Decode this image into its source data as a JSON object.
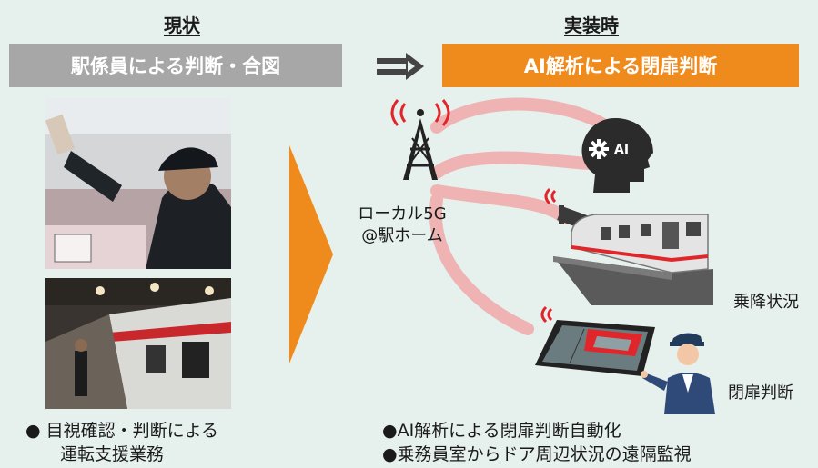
{
  "left": {
    "heading": "現状",
    "banner": "駅係員による判断・合図",
    "bullet_line1": "●  目視確認・判断による",
    "bullet_line2": "運転支援業務"
  },
  "right": {
    "heading": "実装時",
    "banner": "AI解析による閉扉判断",
    "arrow_icon": "double-arrow-icon",
    "tower_caption_line1": "ローカル5G",
    "tower_caption_line2": "@駅ホーム",
    "ai_label": "AI",
    "boarding_label": "乗降状況",
    "door_label": "閉扉判断",
    "bullet1": "●AI解析による閉扉判断自動化",
    "bullet2": "●乗務員室からドア周辺状況の遠隔監視"
  },
  "colors": {
    "background": "#e6f0ec",
    "orange": "#ef8a1c",
    "gray_banner": "#a7a7a7",
    "signal_red": "#e0262a",
    "link_pink": "#efb3b3"
  }
}
